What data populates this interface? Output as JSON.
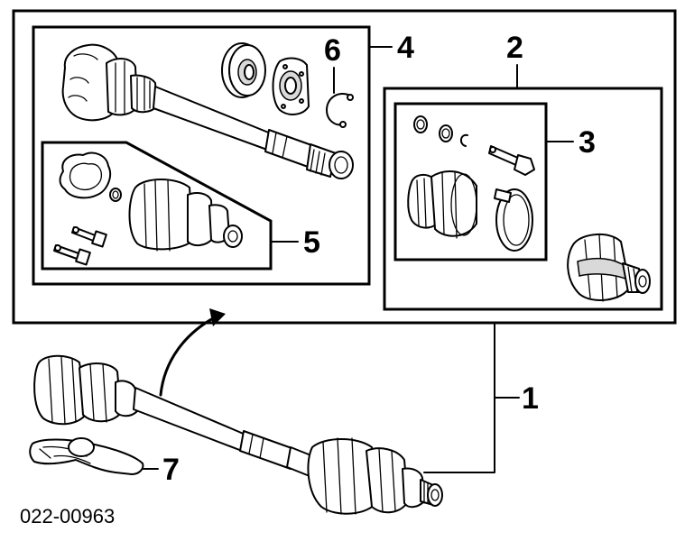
{
  "callouts": {
    "c1": "1",
    "c2": "2",
    "c3": "3",
    "c4": "4",
    "c5": "5",
    "c6": "6",
    "c7": "7"
  },
  "diagram_code": "022-00963"
}
